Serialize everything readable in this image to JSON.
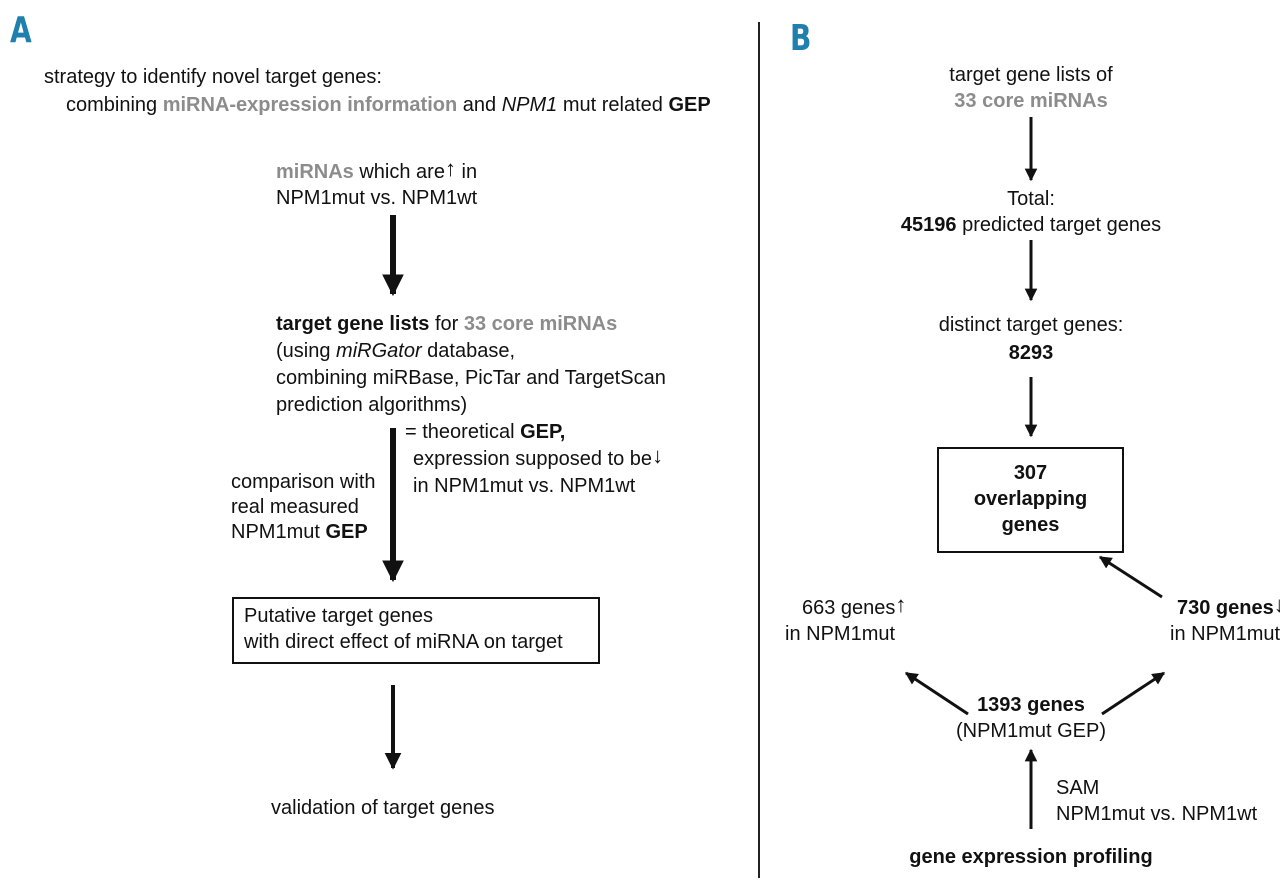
{
  "panel_a": {
    "letter": "A",
    "strategy_line1": "strategy to identify novel target genes:",
    "strategy_l2_pre": "combining ",
    "strategy_l2_gray": "miRNA-expression information",
    "strategy_l2_mid": " and ",
    "strategy_l2_italic": "NPM1",
    "strategy_l2_mid2": " mut related ",
    "strategy_l2_bold": "GEP",
    "mirna_gray": "miRNAs",
    "mirna_rest": " which are",
    "mirna_in": " in",
    "mirna_line2": "NPM1mut vs. NPM1wt",
    "tgl_bold": "target gene lists",
    "tgl_mid": " for ",
    "tgl_gray": "33 core miRNAs",
    "using_pre": "(using ",
    "using_italic": "miRGator",
    "using_post": " database,",
    "combining_line": "combining miRBase, PicTar and TargetScan",
    "prediction_line": "prediction algorithms)",
    "theo_pre": "= theoretical ",
    "theo_bold": "GEP,",
    "expr_line": "expression supposed to be",
    "expr_line3": "in NPM1mut vs. NPM1wt",
    "comp_line1": "comparison with",
    "comp_line2": "real measured",
    "comp_line3_pre": "NPM1mut ",
    "comp_line3_bold": "GEP",
    "putative_line1": "Putative target genes",
    "putative_line2": "with direct effect of miRNA on target",
    "validation": "validation of target genes"
  },
  "panel_b": {
    "letter": "B",
    "tgl_line1": "target gene lists of",
    "tgl_line2_gray": "33 core miRNAs",
    "total_line1": "Total:",
    "total_number": "45196",
    "total_rest": " predicted target genes",
    "distinct_line1": "distinct target genes:",
    "distinct_number": "8293",
    "overlap_line1": "307",
    "overlap_line2": "overlapping",
    "overlap_line3": "genes",
    "up_line1": "663 genes",
    "up_line2": "in NPM1mut",
    "down_line1_bold": "730 genes",
    "down_line2": "in NPM1mut",
    "genes1393_bold": "1393 genes",
    "genes1393_sub": "(NPM1mut GEP)",
    "sam_line1": "SAM",
    "sam_line2": "NPM1mut vs. NPM1wt",
    "gep_bold": "gene expression profiling"
  }
}
